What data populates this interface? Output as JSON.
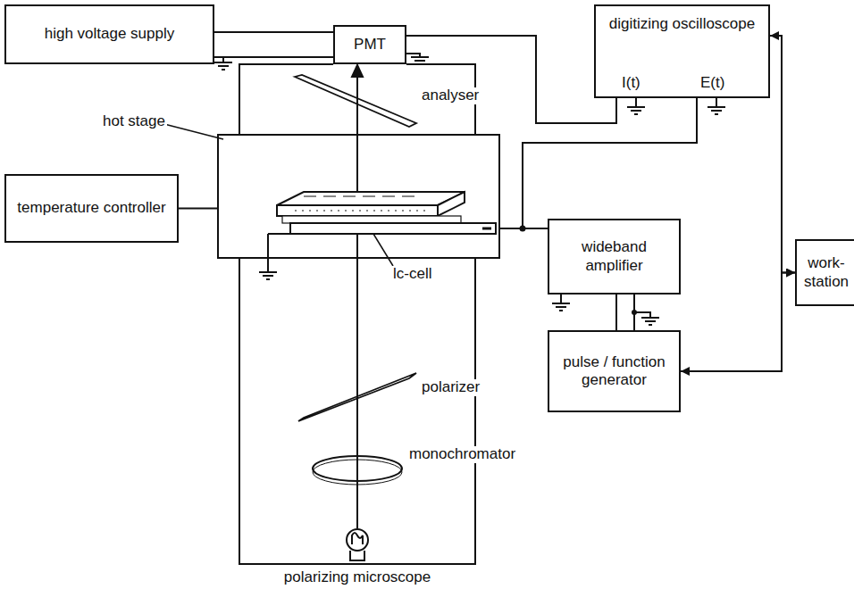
{
  "diagram": {
    "nodes": [
      {
        "text": [
          "high voltage supply"
        ]
      },
      {
        "text": [
          "PMT"
        ]
      },
      {
        "text": [
          "digitizing oscilloscope"
        ]
      },
      {
        "text": [
          "temperature controller"
        ]
      },
      {
        "text": [
          "hot stage"
        ]
      },
      {
        "text": [
          "wideband amplifier"
        ]
      },
      {
        "text": [
          "pulse / function generator"
        ]
      },
      {
        "text": [
          "work- station"
        ]
      }
    ],
    "edges": [
      {
        "from": 0,
        "to": 1,
        "arrow": "none"
      },
      {
        "from": 1,
        "to": 2,
        "arrow": "none"
      },
      {
        "from": 3,
        "to": 4,
        "arrow": "none"
      },
      {
        "from": 5,
        "to": 4,
        "arrow": "none"
      },
      {
        "from": 2,
        "to": 5,
        "arrow": "none"
      },
      {
        "from": 5,
        "to": 6,
        "arrow": "none"
      },
      {
        "from": 7,
        "to": 2,
        "arrow": "both"
      },
      {
        "from": 7,
        "to": 6,
        "arrow": "both"
      }
    ],
    "labels": [
      "I(t)",
      "E(t)",
      "analyser",
      "lc-cell",
      "polarizer",
      "monochromator",
      "polarizing microscope"
    ]
  }
}
